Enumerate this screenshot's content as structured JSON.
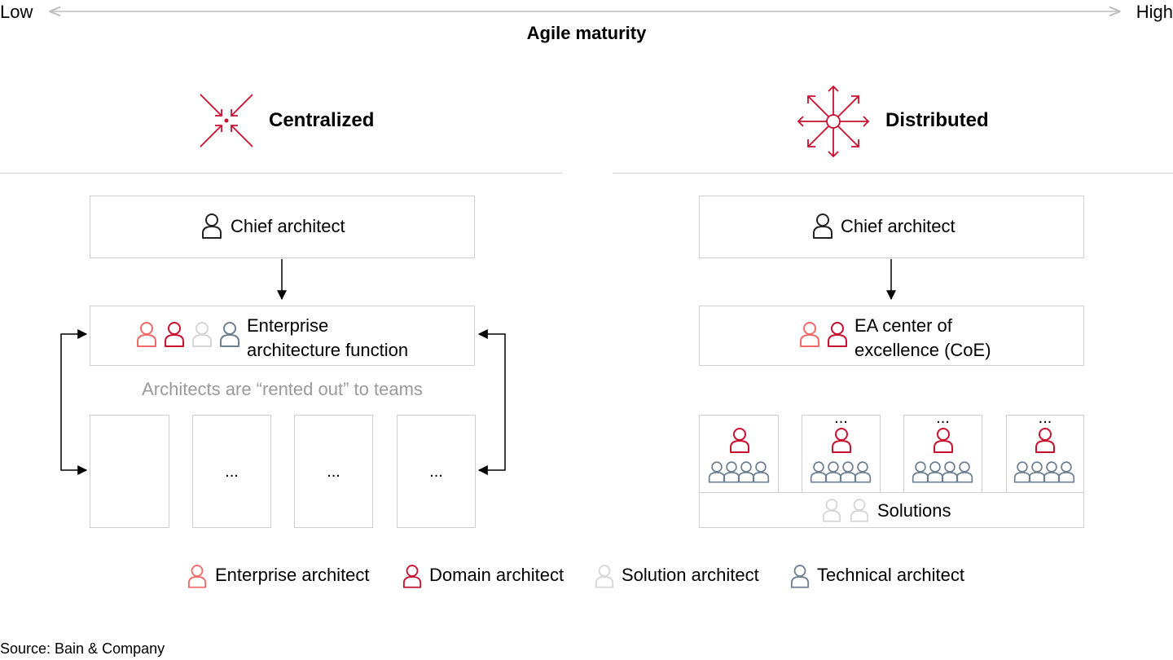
{
  "scale": {
    "low": "Low",
    "high": "High",
    "title": "Agile maturity"
  },
  "centralized": {
    "title": "Centralized",
    "chief": "Chief architect",
    "function_line1": "Enterprise",
    "function_line2": "architecture function",
    "note": "Architects are “rented out” to teams",
    "team_ellipsis": "..."
  },
  "distributed": {
    "title": "Distributed",
    "chief": "Chief architect",
    "coe_line1": "EA center of",
    "coe_line2": "excellence (CoE)",
    "team_ellipsis": "...",
    "solutions": "Solutions"
  },
  "legend": {
    "enterprise": "Enterprise architect",
    "domain": "Domain architect",
    "solution": "Solution architect",
    "technical": "Technical architect"
  },
  "source": "Source: Bain & Company",
  "colors": {
    "enterprise": "#f06a6a",
    "domain": "#c8102e",
    "solution": "#d6d6d6",
    "technical": "#6e7f91",
    "chief": "#222222"
  }
}
